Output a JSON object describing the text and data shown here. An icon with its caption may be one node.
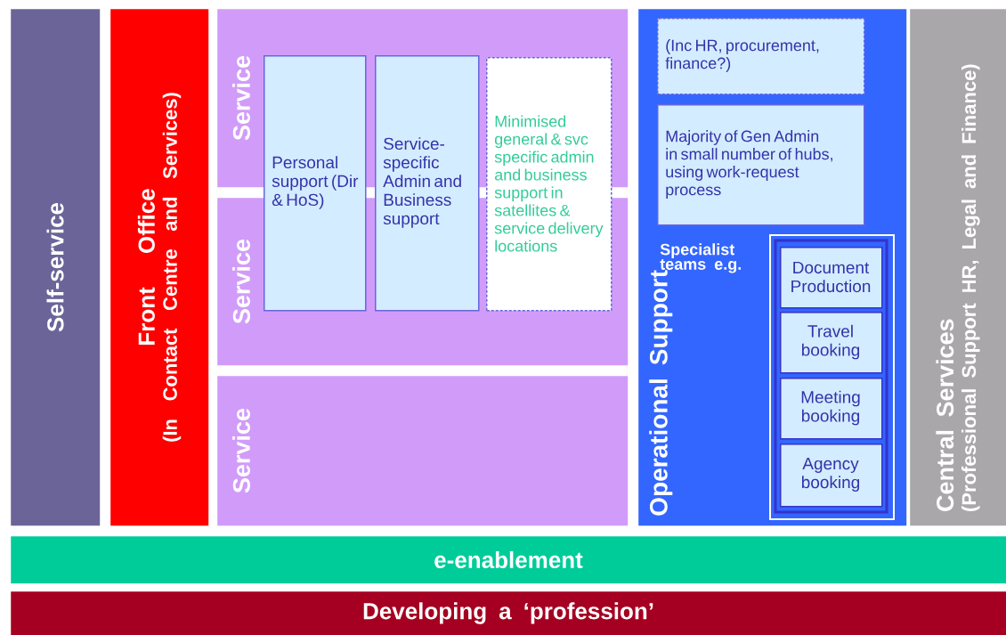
{
  "diagram": {
    "nodes": [
      {
        "text": [
          "Self-service"
        ]
      },
      {
        "text": [
          "Front Office",
          "(In Contact Centre and Services)"
        ]
      },
      {
        "text": [
          "Service"
        ]
      },
      {
        "text": [
          "Service"
        ]
      },
      {
        "text": [
          "Service"
        ]
      },
      {
        "text": [
          "Personal support (Dir & HoS)"
        ]
      },
      {
        "text": [
          "Service-specific Admin and Business support"
        ]
      },
      {
        "text": [
          "Minimised general & svc specific admin and business support in satellites & service delivery locations"
        ]
      },
      {
        "text": [
          "Operational Support"
        ]
      },
      {
        "text": [
          "(Inc HR, procurement, finance?)"
        ],
        "in": 8
      },
      {
        "text": [
          "Majority of Gen Admin in small number of hubs, using work-request process"
        ],
        "in": 8
      },
      {
        "text": [],
        "shape": "box",
        "in": 8
      },
      {
        "text": [
          "Document Production"
        ],
        "in": 11
      },
      {
        "text": [
          "Travel booking"
        ],
        "in": 11
      },
      {
        "text": [
          "Meeting booking"
        ],
        "in": 11
      },
      {
        "text": [
          "Agency booking"
        ],
        "in": 11
      },
      {
        "text": [
          "Central Services",
          "(Professional Support HR, Legal and Finance)"
        ]
      },
      {
        "text": [
          "e-enablement"
        ]
      },
      {
        "text": [
          "Developing a ‘profession’"
        ]
      }
    ],
    "labels": [
      "Specialist teams e.g."
    ]
  }
}
